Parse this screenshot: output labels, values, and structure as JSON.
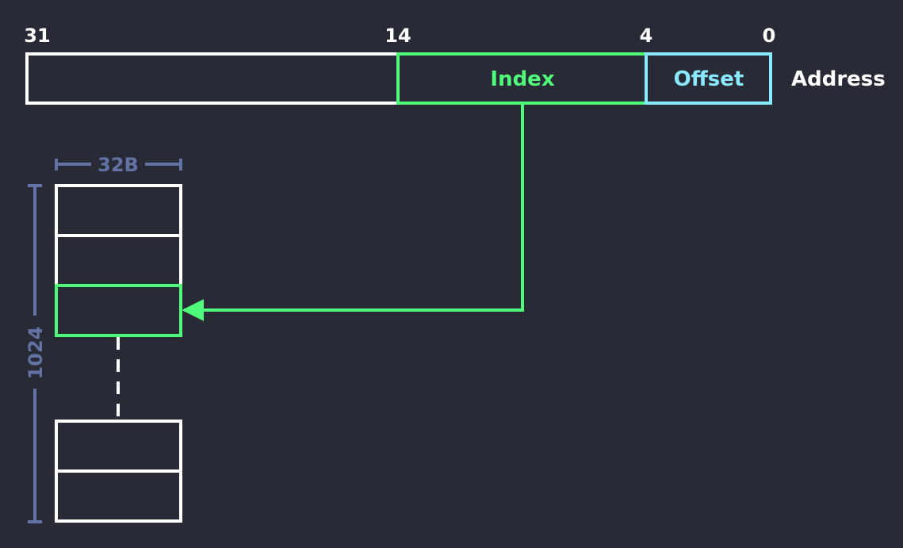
{
  "colors": {
    "background": "#282a36",
    "white": "#ffffff",
    "green": "#50fa7b",
    "cyan": "#8be9fd",
    "slate": "#6272a4"
  },
  "address": {
    "bits": {
      "b31": "31",
      "b14": "14",
      "b4": "4",
      "b0": "0"
    },
    "index_label": "Index",
    "offset_label": "Offset",
    "address_label": "Address"
  },
  "cache": {
    "line_size_label": "32B",
    "line_count_label": "1024"
  }
}
